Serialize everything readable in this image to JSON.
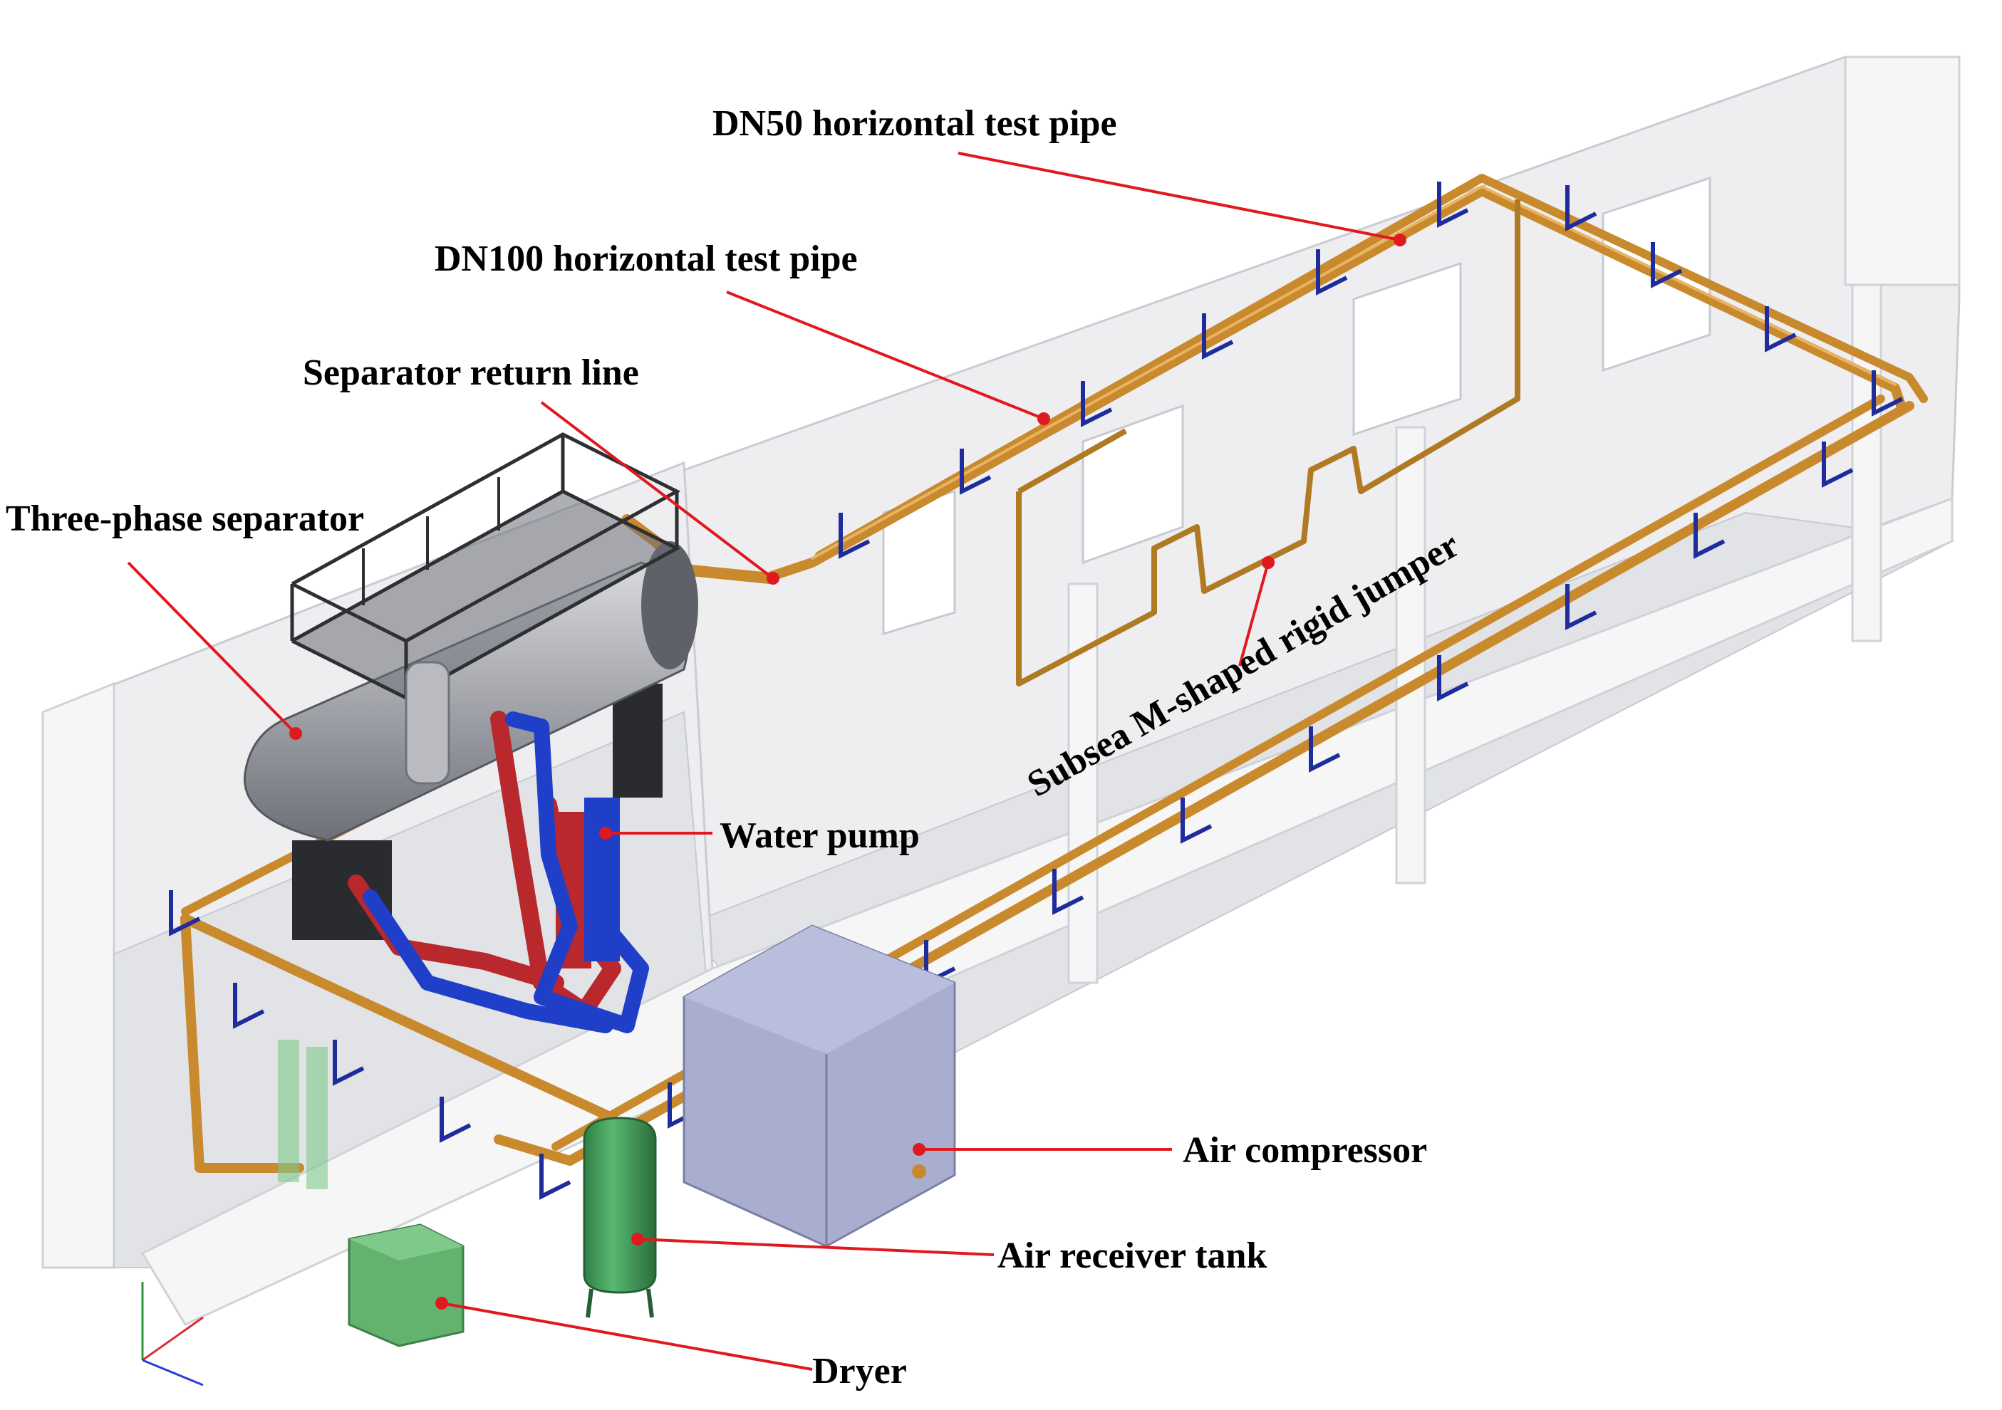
{
  "labels": {
    "dn50": "DN50 horizontal test pipe",
    "dn100": "DN100 horizontal test pipe",
    "return_line": "Separator return line",
    "separator": "Three-phase separator",
    "jumper": "Subsea M-shaped rigid jumper",
    "water_pump": "Water pump",
    "air_compressor": "Air compressor",
    "air_receiver": "Air receiver tank",
    "dryer": "Dryer"
  },
  "colors": {
    "leader": "#e0191f",
    "pipe": "#c9892d",
    "support": "#1e2c9c",
    "separator": "#9c9fa6",
    "compressor": "#a9aed0",
    "tank": "#3c9a55",
    "dryer": "#63b36f",
    "hot_water": "#b8282c",
    "cold_water": "#1f3fc8"
  }
}
